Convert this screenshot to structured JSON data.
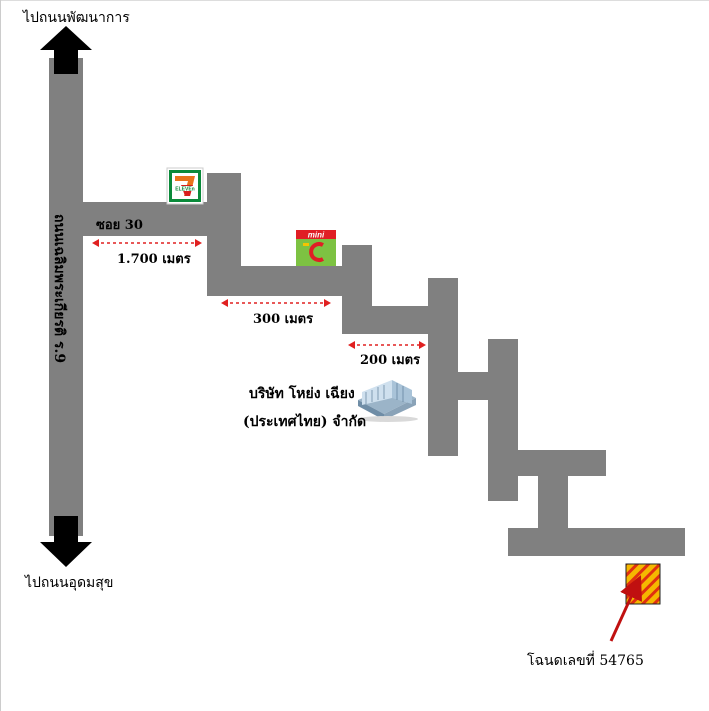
{
  "directions": {
    "north": "ไปถนนพัฒนาการ",
    "south": "ไปถนนอุดมสุข"
  },
  "roads": {
    "main_road": "ถนนเฉลิมพระเกียรติ ร.9",
    "soi": "ซอย 30"
  },
  "distances": {
    "d1": "1.700 เมตร",
    "d2": "300 เมตร",
    "d3": "200 เมตร"
  },
  "landmarks": {
    "seven_eleven_logo": "ELEVEn",
    "mini_big_c_logo": "mini",
    "company_line1": "บริษัท โหย่ง เฉียง",
    "company_line2": "(ประเทศไทย) จำกัด"
  },
  "plot": {
    "deed_label": "โฉนดเลขที่ 54765"
  },
  "colors": {
    "road": "#808080",
    "arrow_dark": "#000000",
    "distance_line": "#e02020",
    "plot_fill": "#f5b800",
    "plot_hatch": "#e03010",
    "pointer": "#c01010"
  },
  "icons": [
    "arrow-up-icon",
    "arrow-down-icon",
    "seven-eleven-icon",
    "mini-big-c-icon",
    "building-icon"
  ]
}
